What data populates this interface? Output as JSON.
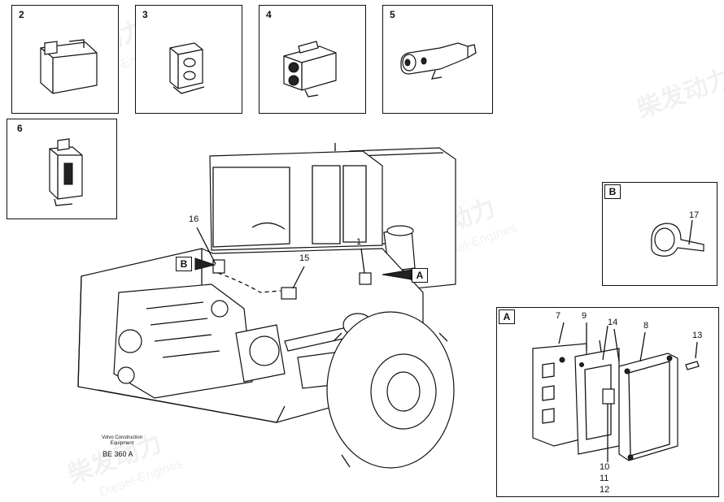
{
  "panels": {
    "p2": {
      "label": "2"
    },
    "p3": {
      "label": "3"
    },
    "p4": {
      "label": "4"
    },
    "p5": {
      "label": "5"
    },
    "p6": {
      "label": "6"
    },
    "pB": {
      "label": "B",
      "callouts": [
        "17"
      ]
    },
    "pA": {
      "label": "A",
      "callouts": [
        "7",
        "9",
        "14",
        "8",
        "13",
        "10",
        "11",
        "12"
      ]
    }
  },
  "main": {
    "callouts": {
      "c16": "16",
      "c15": "15",
      "c1": "1"
    },
    "tags": {
      "tagB": "B",
      "tagA": "A"
    },
    "caption_line1": "Volvo Construction",
    "caption_line2": "Equipment",
    "doc_code": "BE 360 A"
  },
  "watermark": {
    "text_cn": "柴发动力",
    "text_en": "Diesel-Engines"
  }
}
